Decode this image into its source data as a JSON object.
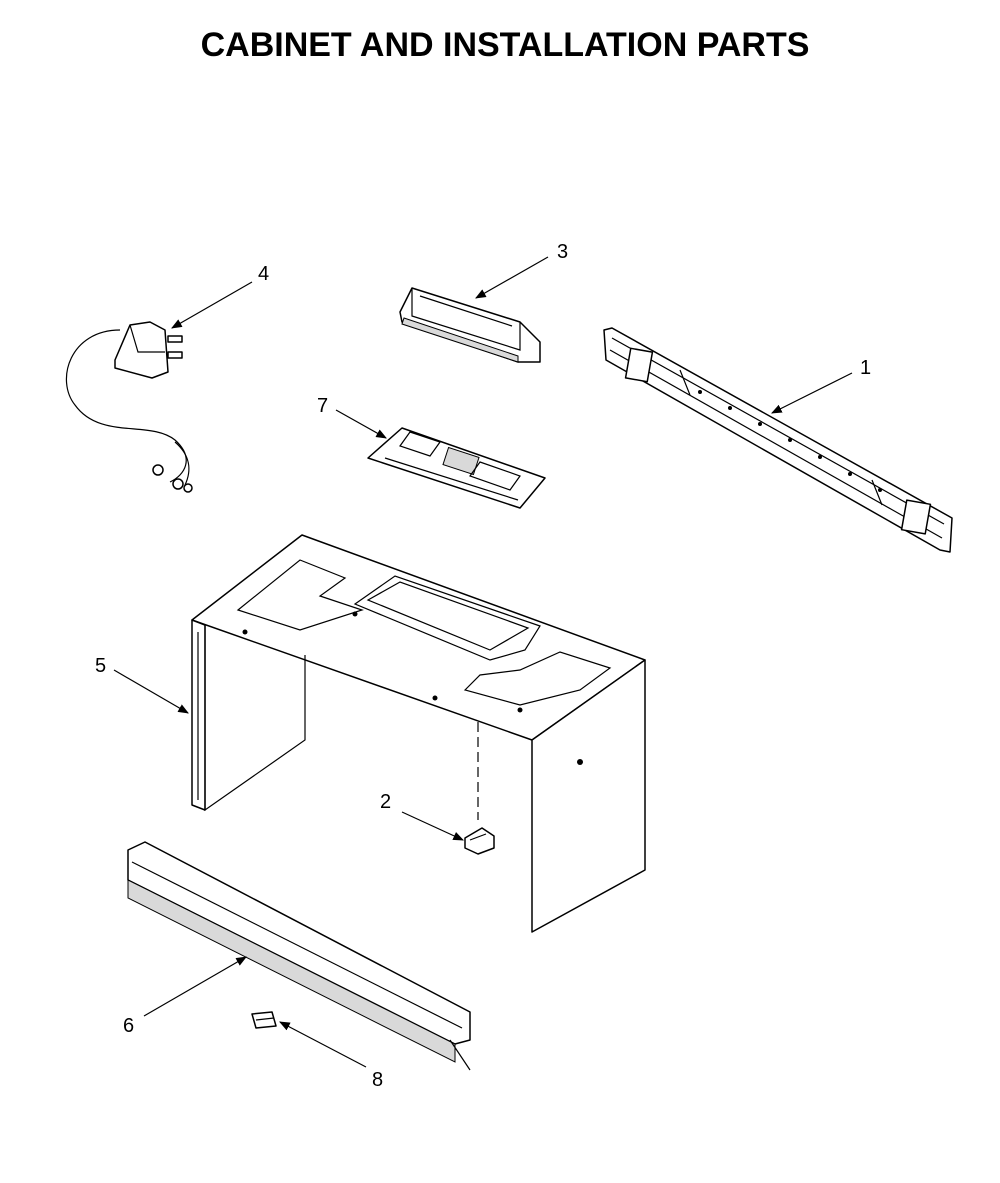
{
  "title": "CABINET AND INSTALLATION PARTS",
  "callouts": [
    {
      "id": "part-1",
      "number": "1"
    },
    {
      "id": "part-2",
      "number": "2"
    },
    {
      "id": "part-3",
      "number": "3"
    },
    {
      "id": "part-4",
      "number": "4"
    },
    {
      "id": "part-5",
      "number": "5"
    },
    {
      "id": "part-6",
      "number": "6"
    },
    {
      "id": "part-7",
      "number": "7"
    },
    {
      "id": "part-8",
      "number": "8"
    }
  ]
}
